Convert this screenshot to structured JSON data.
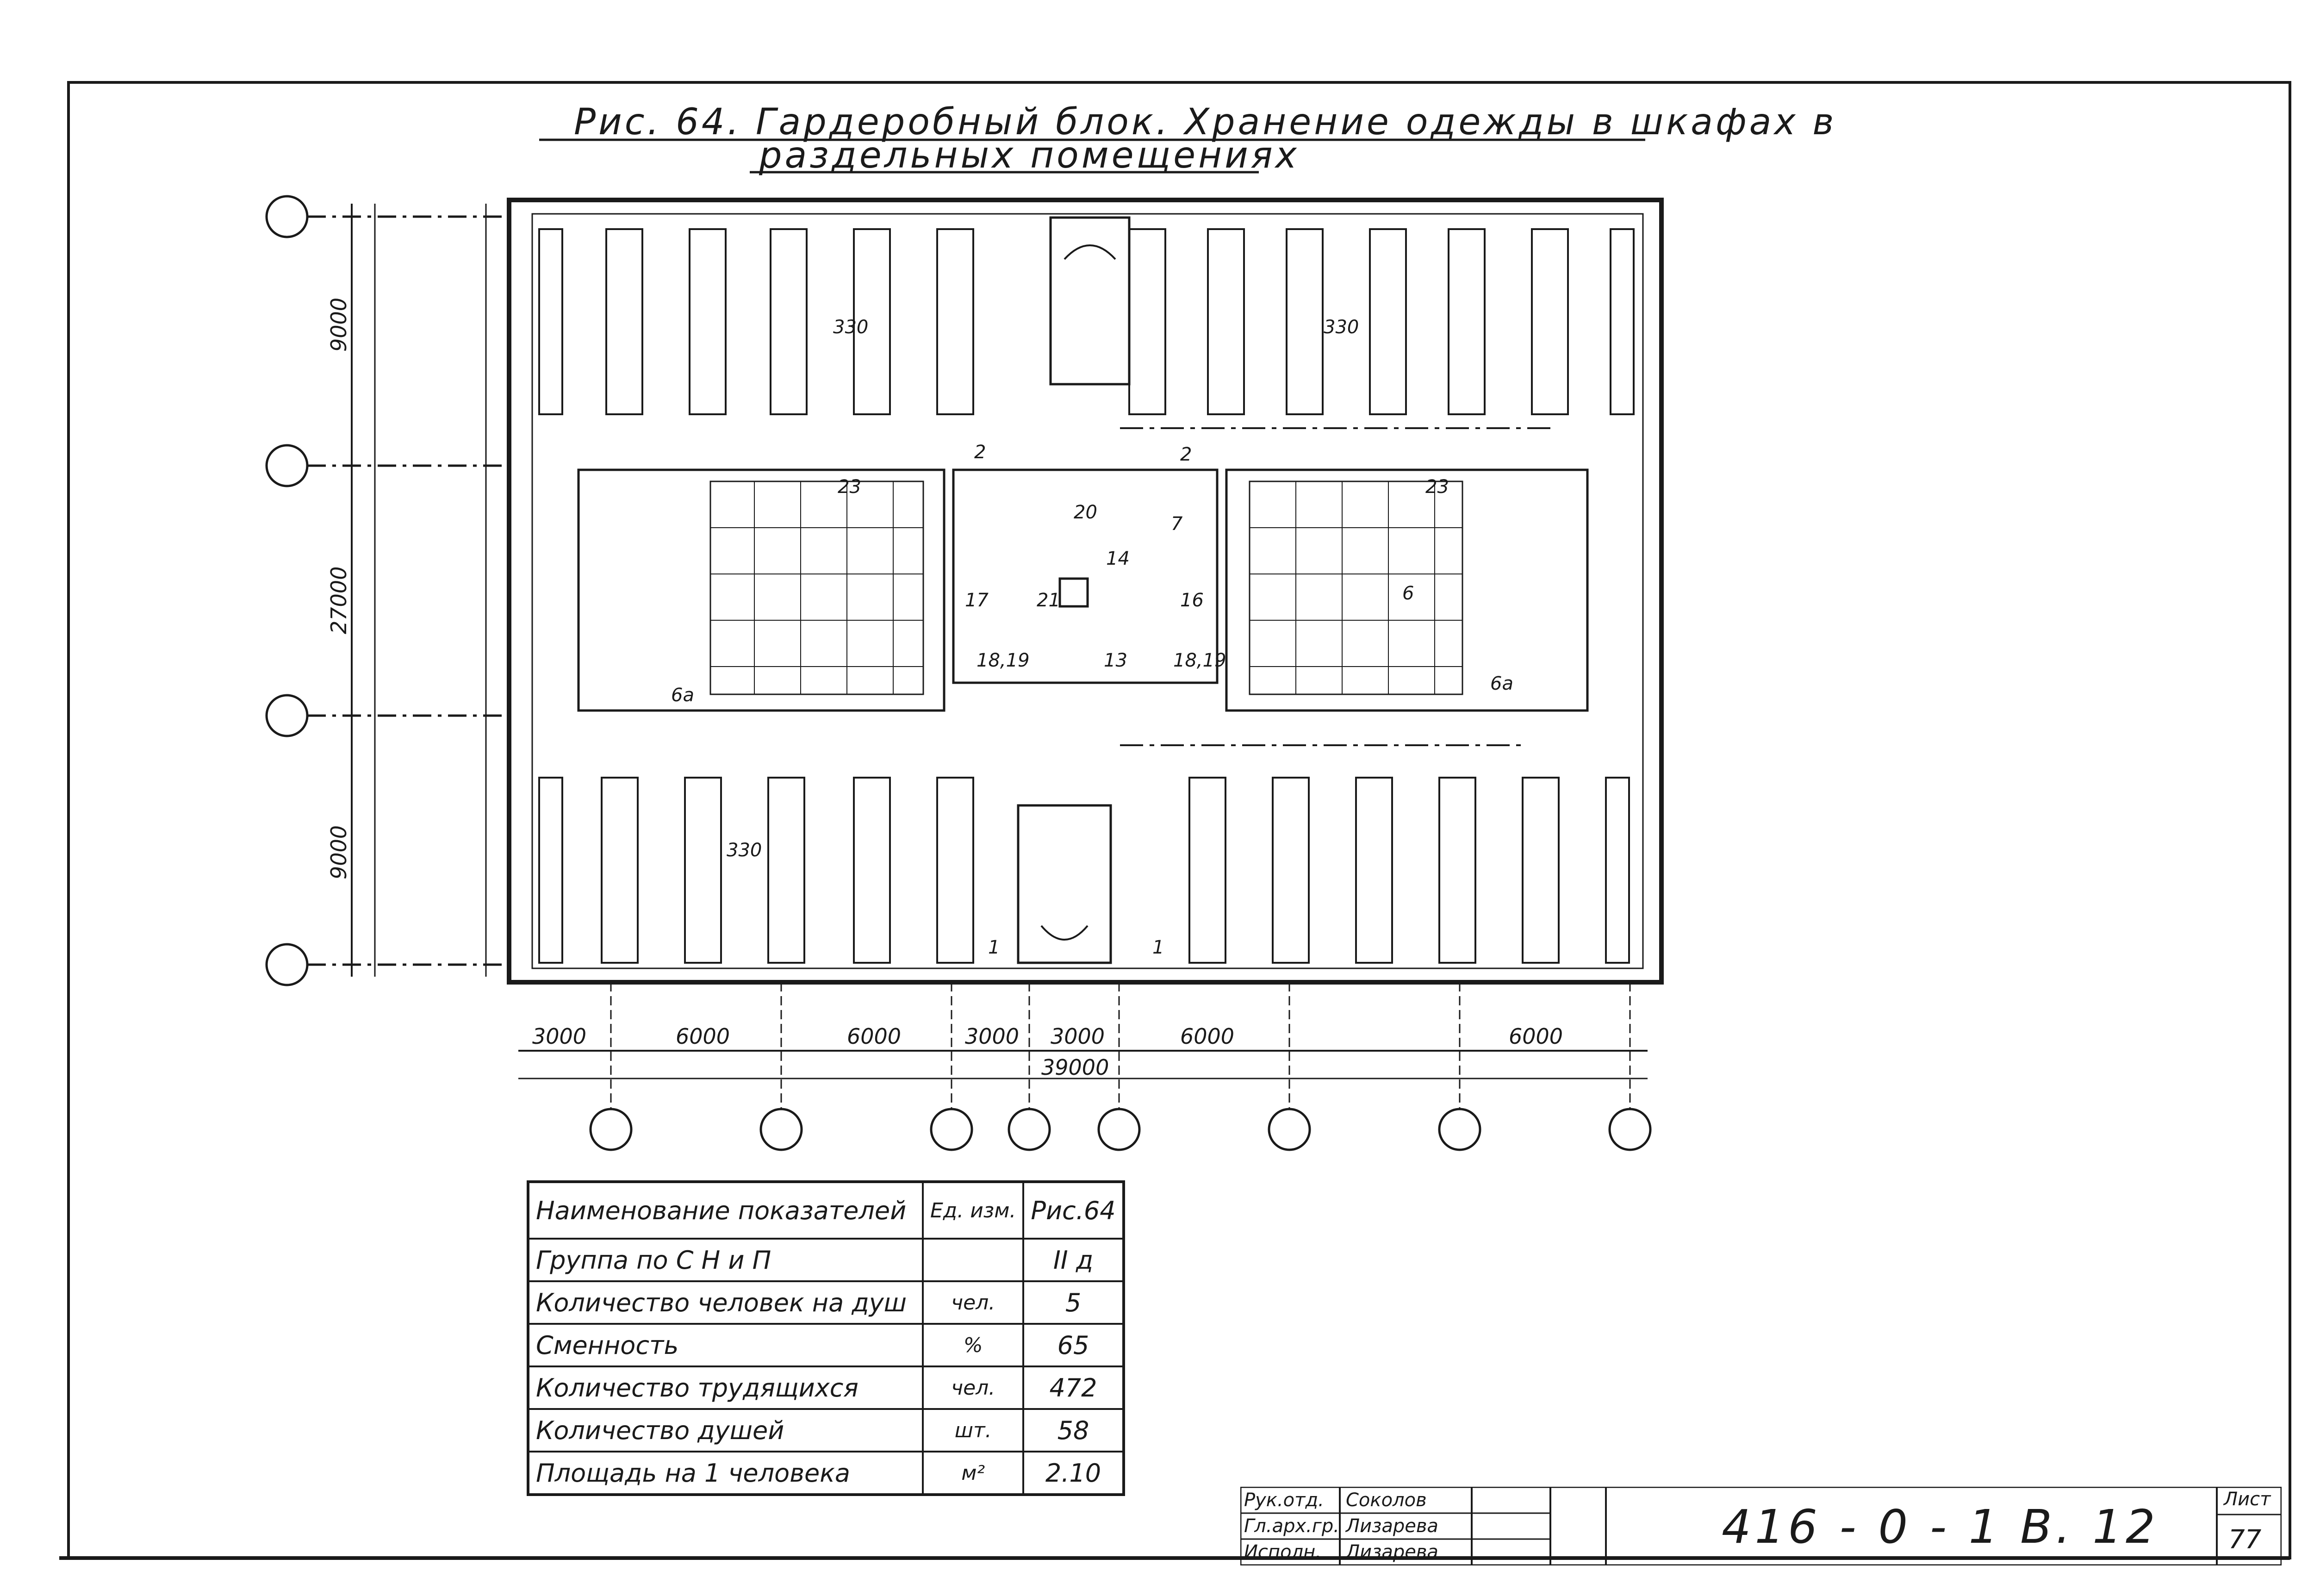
{
  "title": {
    "line1": "Рис. 64.  Гардеробный блок.   Хранение одежды в шкафах в",
    "line2": "раздельных   помещениях"
  },
  "plan": {
    "dims_vertical": [
      "9000",
      "27000",
      "9000"
    ],
    "dims_horizontal": [
      "3000",
      "6000",
      "6000",
      "3000",
      "3000",
      "6000",
      "6000"
    ],
    "dim_total": "39000",
    "cabinet_note": "330",
    "room_labels": [
      "23",
      "23",
      "20",
      "14",
      "21",
      "17",
      "16",
      "13",
      "18,19",
      "18,19",
      "6",
      "6а",
      "6а",
      "2",
      "2",
      "7",
      "1",
      "1"
    ]
  },
  "table": {
    "headers": [
      "Наименование показателей",
      "Ед. изм.",
      "Рис.64"
    ],
    "rows": [
      [
        "Группа по  С Н и П",
        "",
        "II д"
      ],
      [
        "Количество человек на душ",
        "чел.",
        "5"
      ],
      [
        "Сменность",
        "%",
        "65"
      ],
      [
        "Количество трудящихся",
        "чел.",
        "472"
      ],
      [
        "Количество  душей",
        "шт.",
        "58"
      ],
      [
        "Площадь  на  1 человека",
        "м²",
        "2.10"
      ]
    ]
  },
  "stamp": {
    "roles": [
      "Рук.отд.",
      "Гл.арх.гр.",
      "Исполн."
    ],
    "names": [
      "Соколов",
      "Лизарева",
      "Лизарева"
    ],
    "code": "416 - 0 - 1   В. 12",
    "sheet_label": "Лист",
    "sheet_no": "77"
  }
}
